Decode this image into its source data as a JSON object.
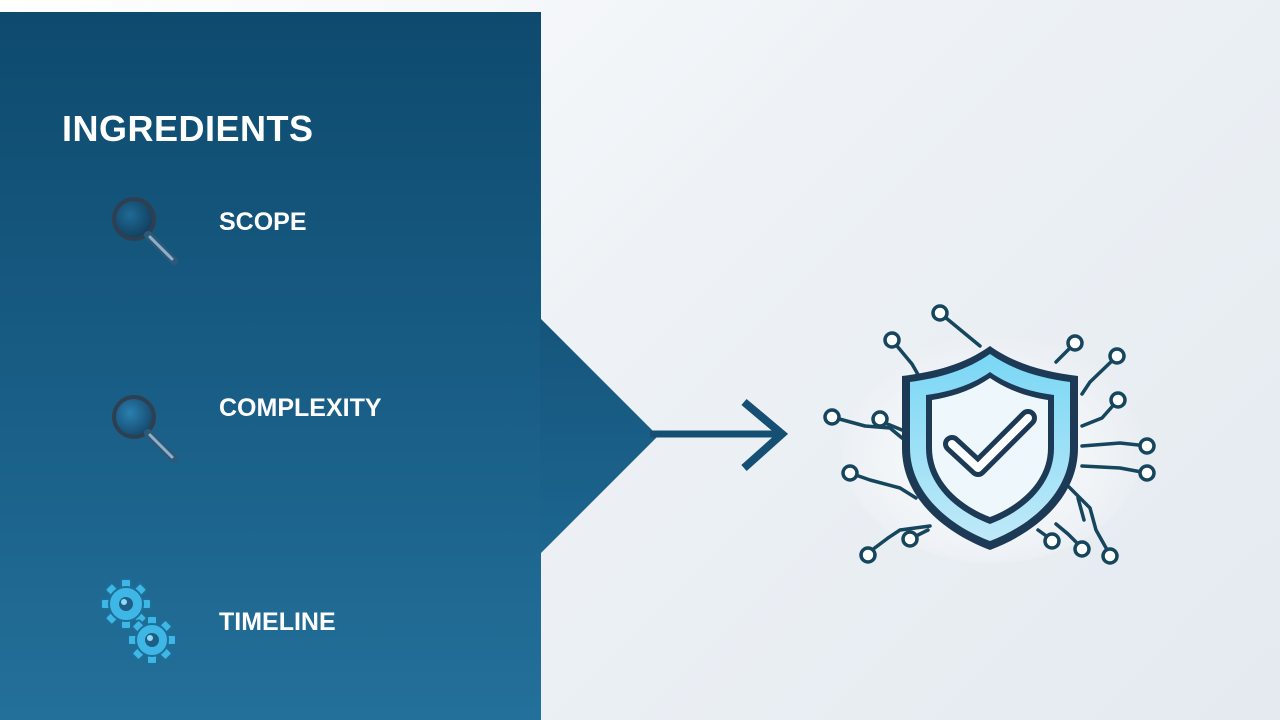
{
  "panel": {
    "title": "INGREDIENTS",
    "items": [
      {
        "label": "SCOPE",
        "icon": "magnifier-icon"
      },
      {
        "label": "COMPLEXITY",
        "icon": "magnifier-icon"
      },
      {
        "label": "TIMELINE",
        "icon": "gears-icon"
      }
    ]
  },
  "graphic": {
    "icon": "shield-check-circuit-icon"
  },
  "colors": {
    "panel_dark": "#0e4a6e",
    "panel_light": "#23709a",
    "arrow": "#154f74",
    "shield_outer": "#1c3a55",
    "shield_accent": "#5cc8ec",
    "circuit": "#16465e",
    "gear": "#3fb7e6"
  }
}
